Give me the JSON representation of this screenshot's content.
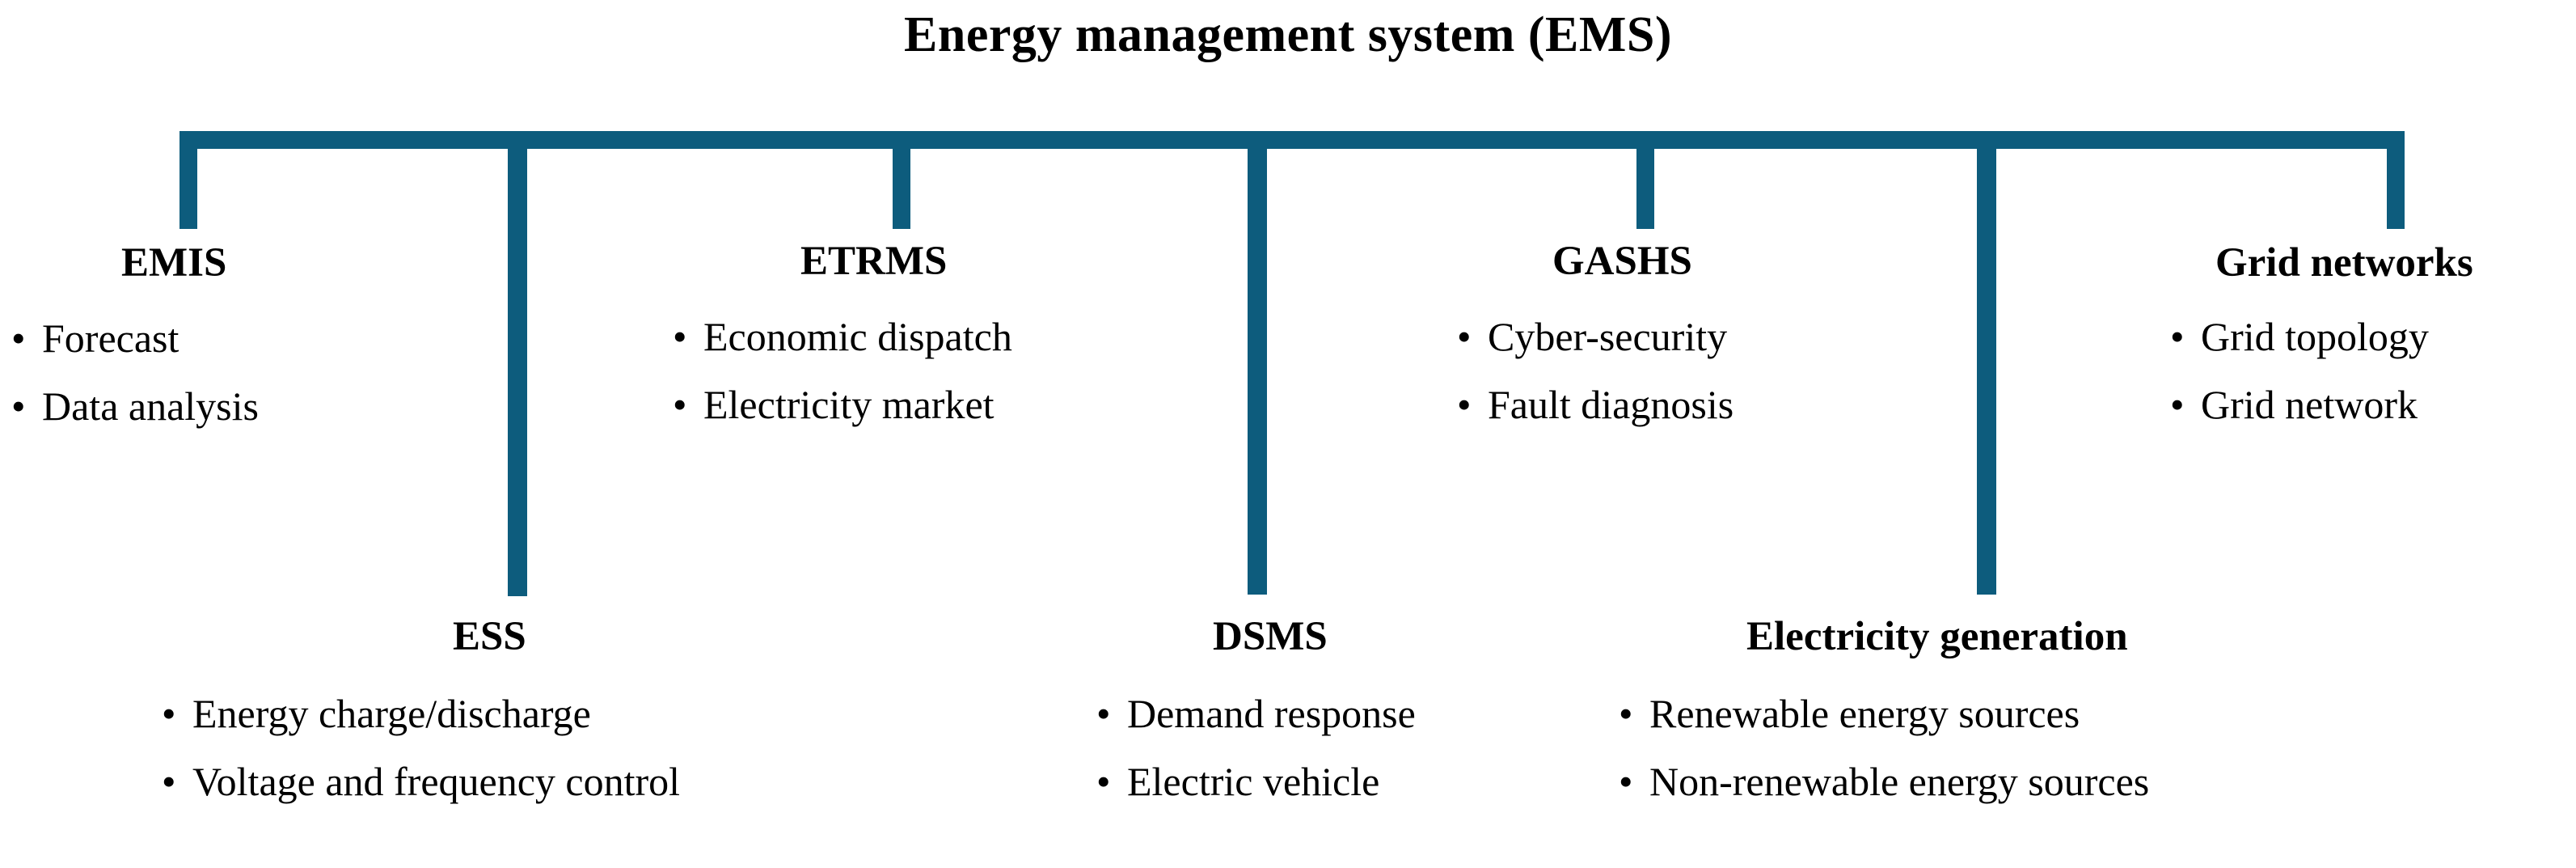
{
  "diagram": {
    "title": "Energy management system (EMS)",
    "accent_color": "#0d5c7d",
    "text_color": "#000000",
    "background_color": "#ffffff",
    "nodes": [
      {
        "id": "emis",
        "title": "EMIS",
        "bullet_glyph": "•",
        "bullets": [
          "Forecast",
          "Data analysis"
        ]
      },
      {
        "id": "ess",
        "title": "ESS",
        "bullet_glyph": "•",
        "bullets": [
          "Energy charge/discharge",
          "Voltage and frequency control"
        ]
      },
      {
        "id": "etrms",
        "title": "ETRMS",
        "bullet_glyph": "•",
        "bullets": [
          "Economic dispatch",
          "Electricity market"
        ]
      },
      {
        "id": "dsms",
        "title": "DSMS",
        "bullet_glyph": "•",
        "bullets": [
          "Demand response",
          "Electric vehicle"
        ]
      },
      {
        "id": "gashs",
        "title": "GASHS",
        "bullet_glyph": "•",
        "bullets": [
          "Cyber-security",
          "Fault diagnosis"
        ]
      },
      {
        "id": "elecgen",
        "title": "Electricity generation",
        "bullet_glyph": "•",
        "bullets": [
          "Renewable energy sources",
          "Non-renewable energy sources"
        ]
      },
      {
        "id": "grid",
        "title": "Grid networks",
        "bullet_glyph": "•",
        "bullets": [
          "Grid topology",
          "Grid network"
        ]
      }
    ]
  }
}
